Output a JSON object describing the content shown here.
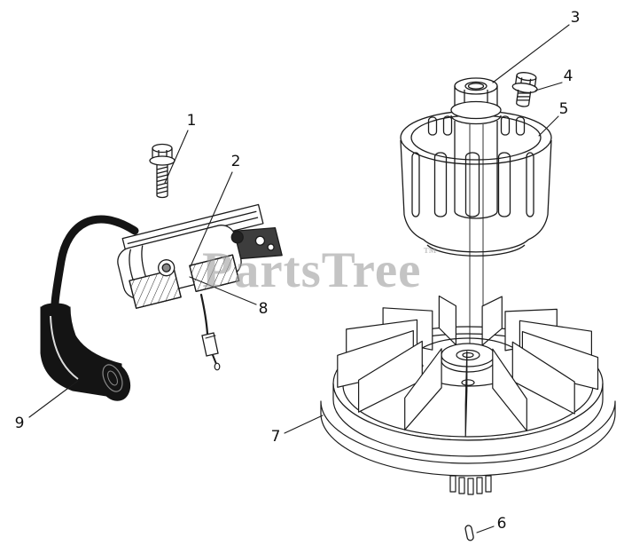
{
  "colors": {
    "background": "#ffffff",
    "line": "#1b1b1b",
    "watermark": "#9e9e9e",
    "boot": "#141414"
  },
  "watermark": {
    "text": "PartsTree",
    "tm": "™"
  },
  "callouts": [
    {
      "label": "1"
    },
    {
      "label": "2"
    },
    {
      "label": "3"
    },
    {
      "label": "4"
    },
    {
      "label": "5"
    },
    {
      "label": "6"
    },
    {
      "label": "7"
    },
    {
      "label": "8"
    },
    {
      "label": "9"
    }
  ]
}
